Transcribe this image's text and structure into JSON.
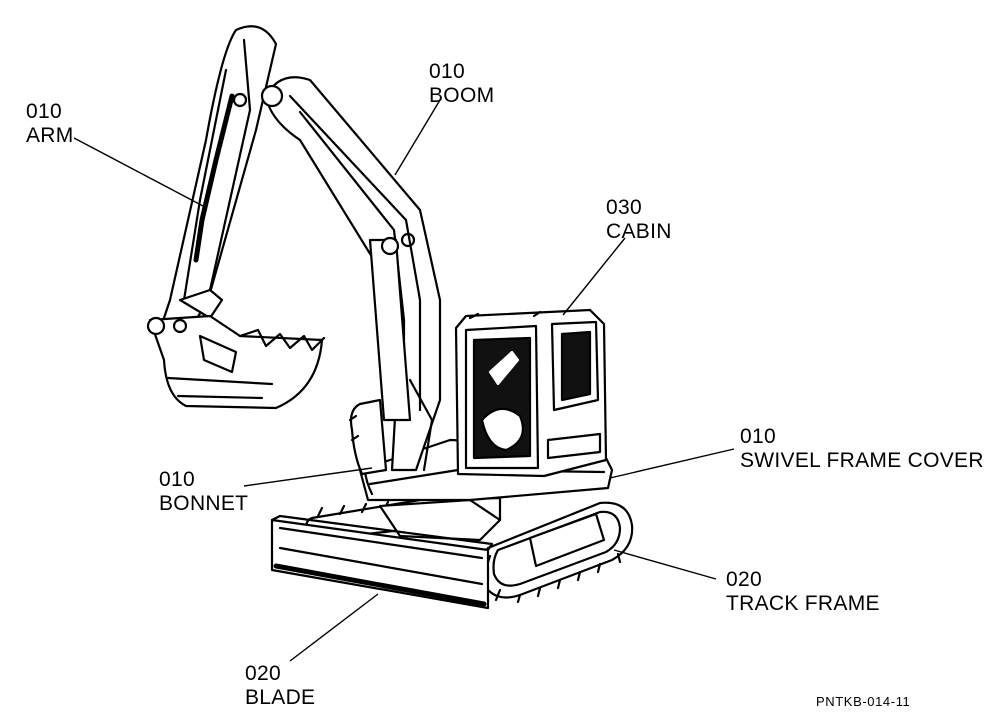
{
  "callouts": {
    "arm": {
      "code": "010",
      "name": "ARM"
    },
    "boom": {
      "code": "010",
      "name": "BOOM"
    },
    "cabin": {
      "code": "030",
      "name": "CABIN"
    },
    "swivel_frame_cover": {
      "code": "010",
      "name": "SWIVEL FRAME COVER"
    },
    "bonnet": {
      "code": "010",
      "name": "BONNET"
    },
    "track_frame": {
      "code": "020",
      "name": "TRACK FRAME"
    },
    "blade": {
      "code": "020",
      "name": "BLADE"
    }
  },
  "document_id": "PNTKB-014-11"
}
